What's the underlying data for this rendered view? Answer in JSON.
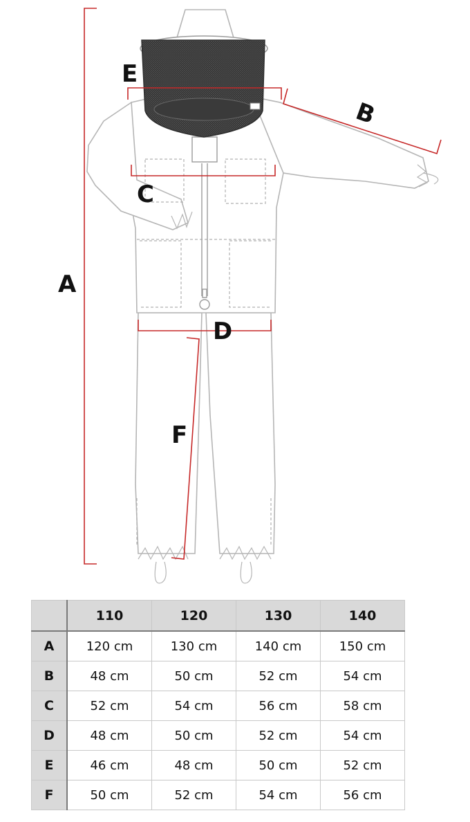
{
  "diagram": {
    "labels": {
      "a": "A",
      "b": "B",
      "c": "C",
      "d": "D",
      "e": "E",
      "f": "F"
    },
    "colors": {
      "line": "#b5b5b5",
      "stitch": "#b0b0b0",
      "veil": "#2e2e2e",
      "measure": "#c62828"
    }
  },
  "table": {
    "columns": [
      "110",
      "120",
      "130",
      "140"
    ],
    "rows": [
      {
        "label": "A",
        "values": [
          "120 cm",
          "130 cm",
          "140 cm",
          "150 cm"
        ]
      },
      {
        "label": "B",
        "values": [
          "48 cm",
          "50 cm",
          "52 cm",
          "54 cm"
        ]
      },
      {
        "label": "C",
        "values": [
          "52 cm",
          "54 cm",
          "56 cm",
          "58 cm"
        ]
      },
      {
        "label": "D",
        "values": [
          "48 cm",
          "50 cm",
          "52 cm",
          "54 cm"
        ]
      },
      {
        "label": "E",
        "values": [
          "46 cm",
          "48 cm",
          "50 cm",
          "52 cm"
        ]
      },
      {
        "label": "F",
        "values": [
          "50 cm",
          "52 cm",
          "54 cm",
          "56 cm"
        ]
      }
    ]
  }
}
